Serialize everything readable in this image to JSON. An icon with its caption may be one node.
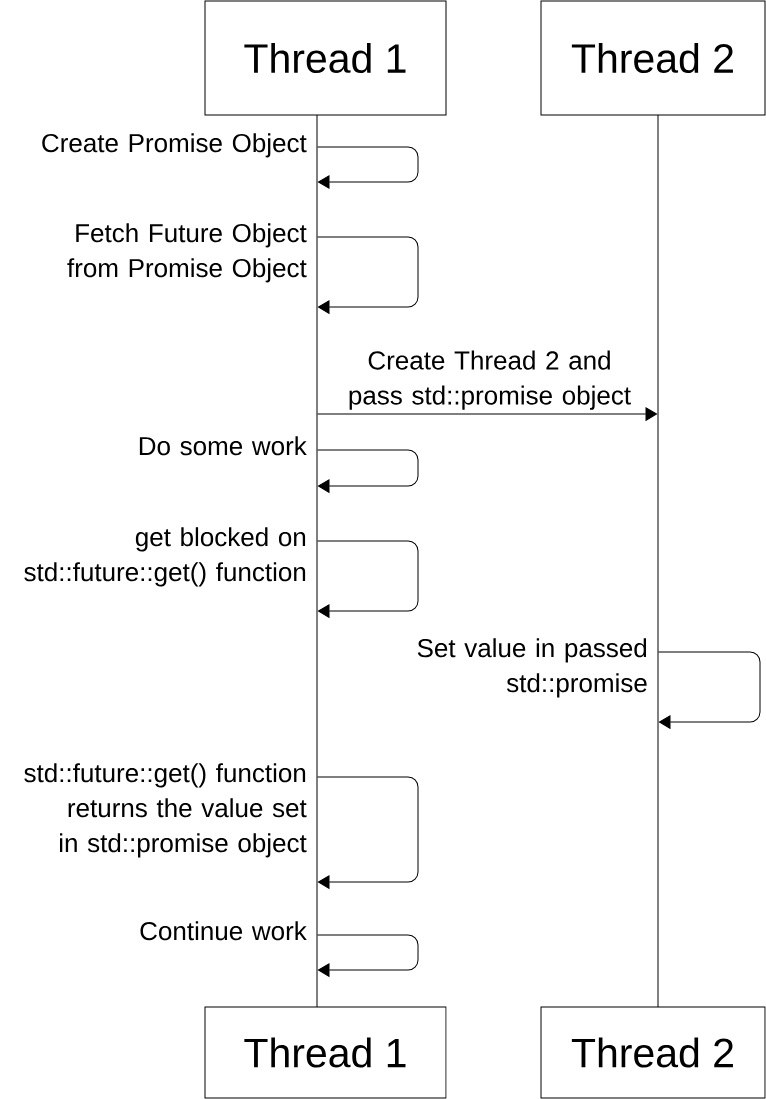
{
  "diagram": {
    "nodes": [
      {
        "text": [
          "Thread 1"
        ]
      },
      {
        "text": [
          "Thread 2"
        ]
      },
      {
        "text": [
          "Thread 1"
        ]
      },
      {
        "text": [
          "Thread 2"
        ]
      },
      {
        "text": [],
        "shape": "line"
      },
      {
        "text": [],
        "shape": "line"
      }
    ],
    "edges": [
      {
        "from": 4,
        "to": 4,
        "arrow": "to",
        "label": "Create Promise Object"
      },
      {
        "from": 4,
        "to": 4,
        "arrow": "to",
        "label": "Fetch Future Object from Promise Object"
      },
      {
        "from": 4,
        "to": 5,
        "arrow": "to",
        "label": "Create Thread 2 and pass std::promise object"
      },
      {
        "from": 4,
        "to": 4,
        "arrow": "to",
        "label": "Do some work"
      },
      {
        "from": 4,
        "to": 4,
        "arrow": "to",
        "label": "get blocked on std::future::get() function"
      },
      {
        "from": 5,
        "to": 5,
        "arrow": "to",
        "label": "Set value in passed std::promise"
      },
      {
        "from": 4,
        "to": 4,
        "arrow": "to",
        "label": "std::future::get() function returns the value set in std::promise object"
      },
      {
        "from": 4,
        "to": 4,
        "arrow": "to",
        "label": "Continue work"
      }
    ]
  }
}
